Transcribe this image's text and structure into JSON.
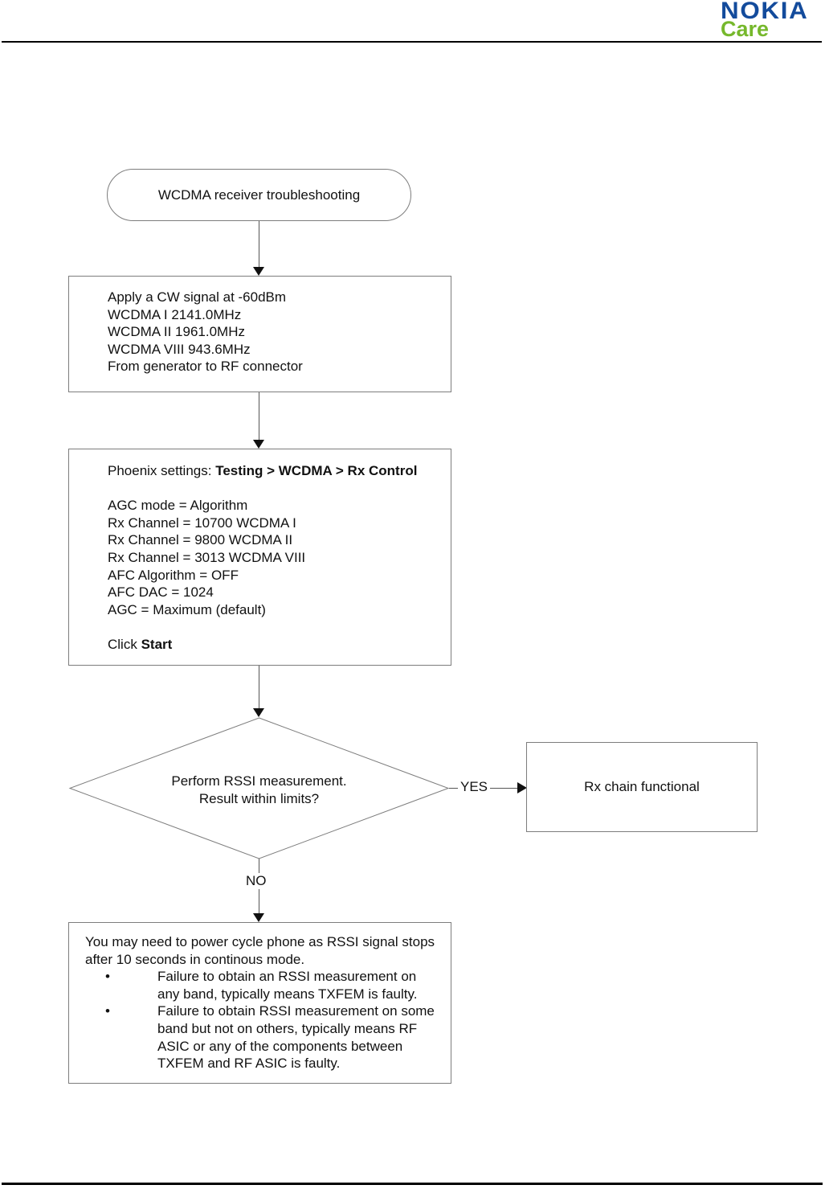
{
  "brand": {
    "nokia": "NOKIA",
    "care": "Care",
    "nokia_blue": "#134B9C",
    "care_green": "#76B82C"
  },
  "flowchart": {
    "start": {
      "label": "WCDMA receiver troubleshooting"
    },
    "signal_box": {
      "lines": [
        "Apply a CW signal at -60dBm",
        "WCDMA I 2141.0MHz",
        "WCDMA II 1961.0MHz",
        "WCDMA VIII 943.6MHz",
        "From generator to RF connector"
      ]
    },
    "phoenix_box": {
      "intro_prefix": "Phoenix settings: ",
      "intro_bold": "Testing > WCDMA > Rx Control",
      "settings": [
        "AGC mode = Algorithm",
        "Rx Channel = 10700 WCDMA I",
        "Rx Channel = 9800 WCDMA II",
        "Rx Channel = 3013 WCDMA VIII",
        "AFC Algorithm = OFF",
        "AFC DAC = 1024",
        "AGC = Maximum (default)"
      ],
      "click_prefix": "Click ",
      "click_bold": "Start"
    },
    "decision": {
      "line1": "Perform RSSI measurement.",
      "line2": "Result within limits?"
    },
    "yes_label": "YES",
    "no_label": "NO",
    "yes_box": {
      "label": "Rx chain functional"
    },
    "no_box": {
      "bullet": "•",
      "intro": "You may need to power cycle phone as RSSI signal stops after 10 seconds in continous mode.",
      "bullets": [
        "Failure to obtain an RSSI measurement on any band, typically means TXFEM is faulty.",
        "Failure to obtain RSSI measurement on some band but not on others, typically means RF ASIC or any of the components between TXFEM and RF ASIC is faulty."
      ]
    }
  }
}
